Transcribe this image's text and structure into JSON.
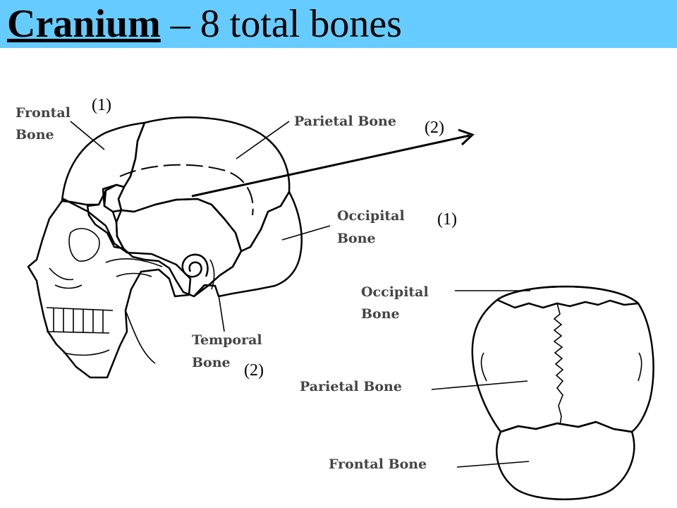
{
  "title": {
    "bold_part": "Cranium",
    "rest": " – 8 total bones"
  },
  "side_view": {
    "labels": {
      "frontal": [
        "Frontal",
        "Bone"
      ],
      "parietal": "Parietal Bone",
      "occipital": [
        "Occipital",
        "Bone"
      ],
      "temporal": [
        "Temporal",
        "Bone"
      ]
    },
    "counts": {
      "frontal": "(1)",
      "parietal": "(2)",
      "occipital": "(1)",
      "temporal": "(2)"
    }
  },
  "top_view": {
    "labels": {
      "occipital": [
        "Occipital",
        "Bone"
      ],
      "parietal": "Parietal Bone",
      "frontal": "Frontal Bone"
    }
  },
  "colors": {
    "frontal": "#ff1a1a",
    "parietal": "#00e6f0",
    "occipital": "#ff8533",
    "temporal": "#ffff1a",
    "sphenoid": "#888888",
    "ethmoid": "#2f8f8f",
    "title_bar": "#66ccff"
  }
}
